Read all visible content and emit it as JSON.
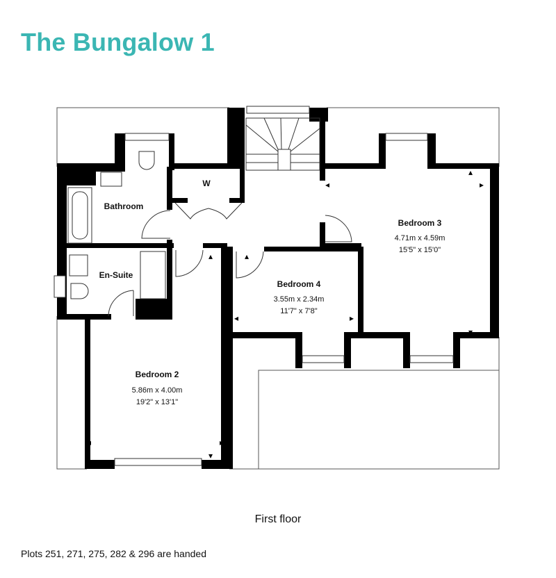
{
  "title": "The Bungalow 1",
  "floor_label": "First floor",
  "note": "Plots 251, 271, 275, 282 & 296 are handed",
  "accent_color": "#3bb6b3",
  "rooms": {
    "bathroom": {
      "name": "Bathroom"
    },
    "ensuite": {
      "name": "En-Suite"
    },
    "wardrobe": {
      "name": "W"
    },
    "bedroom2": {
      "name": "Bedroom 2",
      "metric": "5.86m x 4.00m",
      "imperial": "19'2\" x 13'1\""
    },
    "bedroom3": {
      "name": "Bedroom 3",
      "metric": "4.71m x 4.59m",
      "imperial": "15'5\" x 15'0\""
    },
    "bedroom4": {
      "name": "Bedroom 4",
      "metric": "3.55m x 2.34m",
      "imperial": "11'7\" x 7'8\""
    }
  }
}
